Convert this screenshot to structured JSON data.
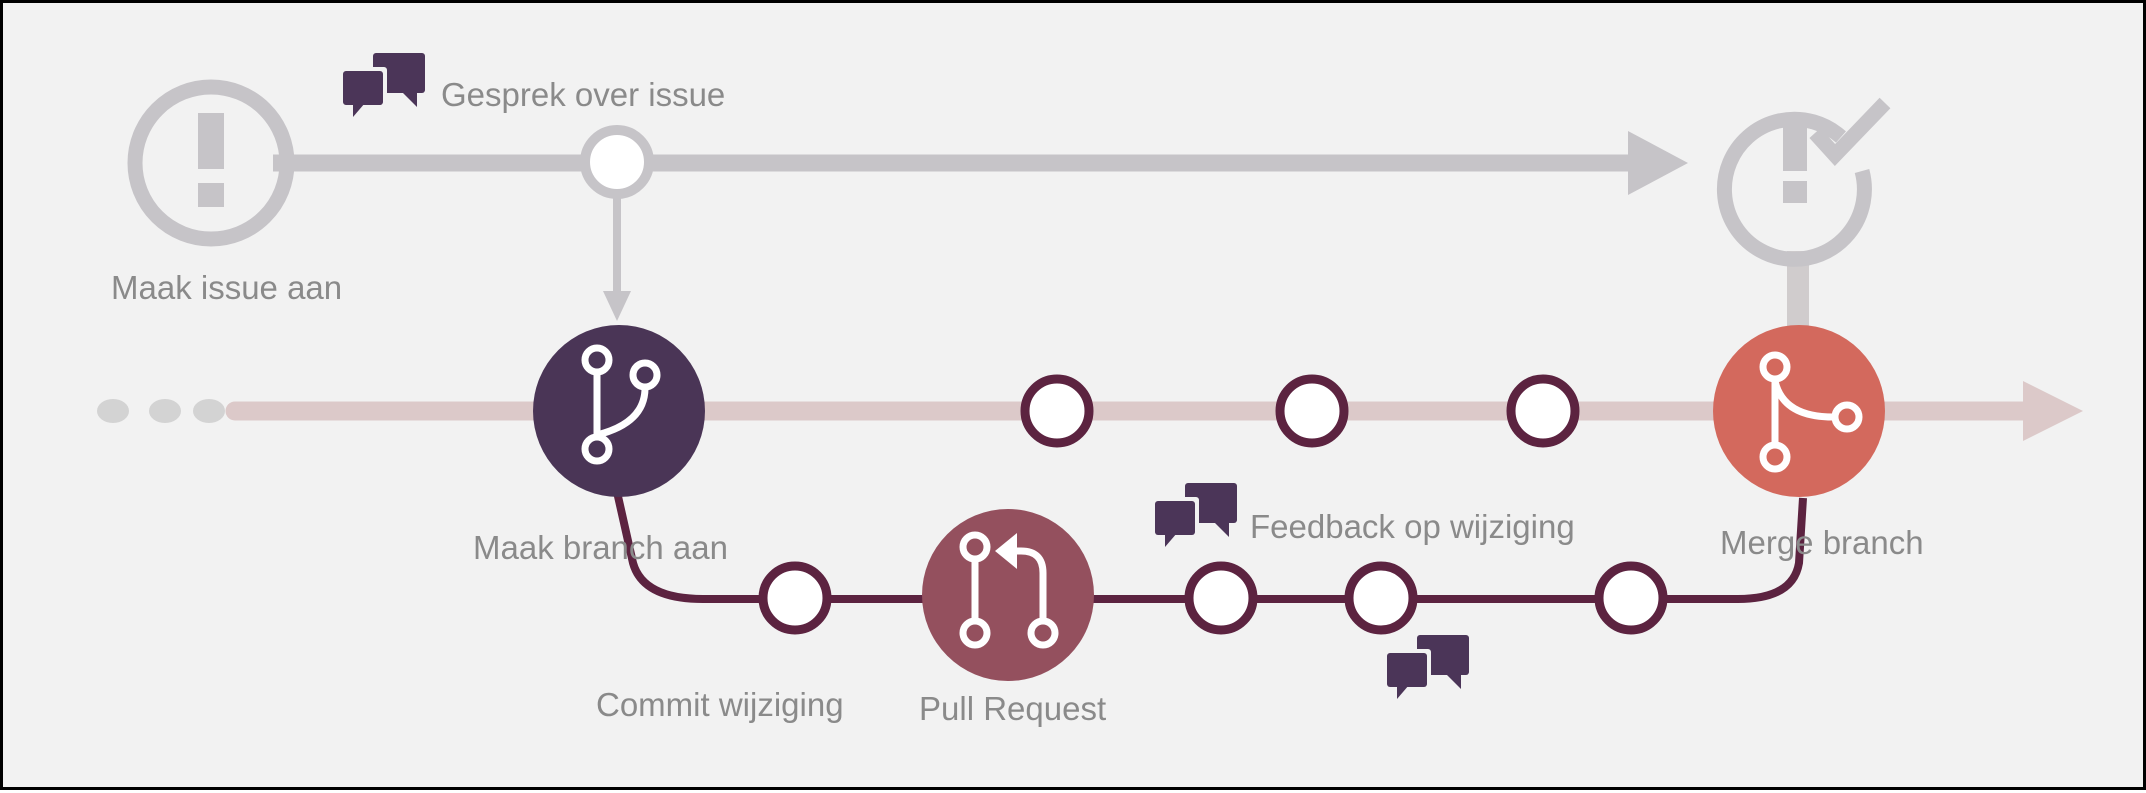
{
  "labels": {
    "create_issue": "Maak issue aan",
    "discuss_issue": "Gesprek over issue",
    "create_branch": "Maak branch aan",
    "commit_change": "Commit wijziging",
    "pull_request": "Pull Request",
    "feedback": "Feedback op wijziging",
    "merge_branch": "Merge branch"
  },
  "colors": {
    "background": "#f2f2f2",
    "issue_gray": "#c6c4c8",
    "main_line": "#dcc9c9",
    "dots": "#d3d3d3",
    "branch_purple": "#4a3556",
    "branch_line": "#5c2340",
    "pull_request": "#94505e",
    "merge": "#d3695d",
    "speech": "#4b3558",
    "label_text": "#8a8a8a"
  },
  "icons": {
    "issue": "issue-open-icon",
    "issue_closed": "issue-closed-icon",
    "branch": "git-branch-icon",
    "pull_request": "pull-request-icon",
    "merge": "git-merge-icon",
    "comments": "speech-bubbles-icon"
  }
}
